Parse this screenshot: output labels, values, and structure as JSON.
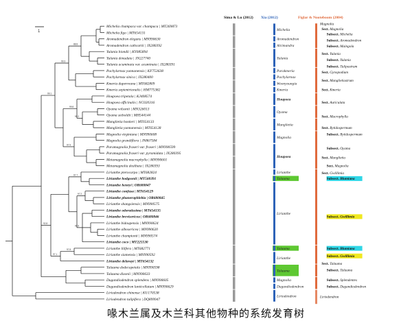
{
  "headers": {
    "sima": "Sima & Lu (2012)",
    "xia": "Xia (2012)",
    "figlar": "Figlar & Nooteboom (2004)"
  },
  "scale_label": "1",
  "caption": "喙木兰属及木兰科其他物种的系统发育树",
  "colors": {
    "xia": "#2e63b8",
    "figlar": "#e06a3c",
    "sima": "#999999",
    "green": "#5ec832",
    "cyan": "#2fd6e6",
    "yellow": "#f0e820"
  },
  "taxa": [
    {
      "label": "Michelia champaca var. champaca | MT269873",
      "bold": false
    },
    {
      "label": "Michelia figo | MT654131",
      "bold": false
    },
    {
      "label": "Aromadendron elegans | MN990630",
      "bold": false
    },
    {
      "label": "Aromadendron cathcartii | JX280392",
      "bold": false
    },
    {
      "label": "Yulania biondii | KY085894",
      "bold": false
    },
    {
      "label": "Yulania denudata | JN227740",
      "bold": false
    },
    {
      "label": "Yulania acuminata var. acuminata | JX280391",
      "bold": false
    },
    {
      "label": "Pachylarnax yunnanensis | KF753638",
      "bold": false
    },
    {
      "label": "Pachylarnax sinica | JX280400",
      "bold": false
    },
    {
      "label": "Kmeria duperreana | MT682809",
      "bold": false
    },
    {
      "label": "Kmeria septentrionalis | HM775382",
      "bold": false
    },
    {
      "label": "Houpoea tripetala | KJ408574",
      "bold": false
    },
    {
      "label": "Houpoea officinalis | NC020316",
      "bold": false
    },
    {
      "label": "Oyama wilsonii | MN326013",
      "bold": false
    },
    {
      "label": "Oyama sieboldii | MH544144",
      "bold": false
    },
    {
      "label": "Manglietia hookeri | MT654133",
      "bold": false
    },
    {
      "label": "Manglietia yunnanensis | MT654128",
      "bold": false
    },
    {
      "label": "Magnolia virginiana | MN990608",
      "bold": false
    },
    {
      "label": "Magnolia grandiflora | JN867584",
      "bold": false
    },
    {
      "label": "Paramagnolia fraseri var. fraseri | MN990599",
      "bold": false
    },
    {
      "label": "Paramagnolia fraseri var. pyramidata | JX280395",
      "bold": false
    },
    {
      "label": "Metamagnolia macrophylla | MN990601",
      "bold": false
    },
    {
      "label": "Metamagnolia dealbata | JX280393",
      "bold": false
    },
    {
      "label": "Lirianthe pterocarpa | MT682824",
      "bold": false
    },
    {
      "label": "Lirianthe hodgsonii | MT560391",
      "bold": true
    },
    {
      "label": "Lirianthe henryi | OR680847",
      "bold": true
    },
    {
      "label": "Lirianthe confusa | MT654129",
      "bold": true
    },
    {
      "label": "Lirianthe phanerophlebia | OR680845",
      "bold": true
    },
    {
      "label": "Lirianthe shangsiensis | MN990575",
      "bold": false
    },
    {
      "label": "Lirianthe odoratissima | MT654135",
      "bold": true
    },
    {
      "label": "Lirianthe brevisericea | OR680846",
      "bold": true
    },
    {
      "label": "Lirianthe bidoupensis | MN990624",
      "bold": false
    },
    {
      "label": "Lirianthe albosericea | MN990620",
      "bold": false
    },
    {
      "label": "Lirianthe championii | MN990574",
      "bold": false
    },
    {
      "label": "Lirianthe coco | MT225530",
      "bold": true
    },
    {
      "label": "Lirianthe lilifera | MT682771",
      "bold": false
    },
    {
      "label": "Lirianthe siamensis | MN990592",
      "bold": false
    },
    {
      "label": "Lirianthe delavayi | MT654132",
      "bold": true
    },
    {
      "label": "Talauma dodecapetala | MN990598",
      "bold": false
    },
    {
      "label": "Talauma dixonii | MN990633",
      "bold": false
    },
    {
      "label": "Dugandiodendron splendens | MN990605",
      "bold": false
    },
    {
      "label": "Dugandiodendron lanticellatum | MN990629",
      "bold": false
    },
    {
      "label": "Liriodendron chinense | KU170538",
      "bold": false
    },
    {
      "label": "Liriodendron tulipifera | DQ899947",
      "bold": false
    }
  ],
  "node_labels": [
    "88.8",
    "99.3",
    "99.8",
    "99.2",
    "99.1",
    "97.9",
    "97.7",
    "97.2",
    "99.5",
    "97.8",
    "97.1",
    "92.8"
  ],
  "xia_groups": [
    {
      "label": "Michelia",
      "bold": false
    },
    {
      "label": "Aromadendron",
      "bold": false
    },
    {
      "label": "Alcimandra",
      "bold": false
    },
    {
      "label": "Yulania",
      "bold": false
    },
    {
      "label": "Parakmeria",
      "bold": false
    },
    {
      "label": "Pachylarnax",
      "bold": false
    },
    {
      "label": "Woonyoungia",
      "bold": false
    },
    {
      "label": "Kmeria",
      "bold": false
    },
    {
      "label": "Houpoea",
      "bold": true
    },
    {
      "label": "Oyama",
      "bold": false
    },
    {
      "label": "Manglietia",
      "bold": false
    },
    {
      "label": "Magnolia",
      "bold": false
    },
    {
      "label": "Houpoea",
      "bold": true
    },
    {
      "label": "Lirianthe",
      "bold": false
    },
    {
      "label": "Talauma",
      "bold": false
    },
    {
      "label": "Lirianthe",
      "bold": false
    },
    {
      "label": "Talauma",
      "bold": false
    },
    {
      "label": "Lirianthe",
      "bold": false
    },
    {
      "label": "Talauma",
      "bold": false
    },
    {
      "label": "Magnolia",
      "bold": false
    },
    {
      "label": "Dugandiodendron",
      "bold": false
    },
    {
      "label": "Liriodendron",
      "bold": false
    }
  ],
  "figlar_groups": [
    {
      "label": "Magnolia",
      "bold": false
    },
    {
      "sect": "Sect.",
      "label": "Magnolia",
      "bold": false
    },
    {
      "sub": "Subsect.",
      "label": "Michelia",
      "bold": false
    },
    {
      "sub": "Subsect.",
      "label": "Aromadendron",
      "bold": false
    },
    {
      "sub": "Subsect.",
      "label": "Maingola",
      "bold": false
    },
    {
      "sect": "Sect.",
      "label": "Yulania",
      "bold": false
    },
    {
      "sub": "Subsect.",
      "label": "Yulania",
      "bold": false
    },
    {
      "sub": "Subsect.",
      "label": "Tulipastrum",
      "bold": false
    },
    {
      "sect": "Sect.",
      "label": "Gynopodium",
      "bold": false
    },
    {
      "sect": "Sect.",
      "label": "Manglietiastrum",
      "bold": false
    },
    {
      "sect": "Sect.",
      "label": "Kmeria",
      "bold": false
    },
    {
      "sect": "Sect.",
      "label": "Auriculata",
      "bold": false
    },
    {
      "sect": "Sect.",
      "label": "Macrophylla",
      "bold": false
    },
    {
      "sect": "Sect.",
      "label": "Rytidospermum",
      "bold": false
    },
    {
      "sub": "Subsect.",
      "label": "Rytidospermum",
      "bold": false
    },
    {
      "sub": "Subsect.",
      "label": "Oyama",
      "bold": false
    },
    {
      "sect": "Sect.",
      "label": "Manglietia",
      "bold": false
    },
    {
      "sect": "Sect.",
      "label": "Magnolia",
      "bold": false
    },
    {
      "sect": "Sect.",
      "label": "Gwillimia",
      "bold": false
    },
    {
      "sub": "Subsect.",
      "label": "Blumiana",
      "bold": true
    },
    {
      "sub": "Subsect.",
      "label": "Gwillimia",
      "bold": true
    },
    {
      "sub": "Subsect.",
      "label": "Blumiana",
      "bold": true
    },
    {
      "sub": "Subsect.",
      "label": "Gwillimia",
      "bold": true
    },
    {
      "sect": "Sect.",
      "label": "Talauma",
      "bold": false
    },
    {
      "sub": "Subsect.",
      "label": "Talauma",
      "bold": false
    },
    {
      "sub": "Subsect.",
      "label": "Splendentes",
      "bold": false
    },
    {
      "sub": "Subsect.",
      "label": "Dugandiodendron",
      "bold": false
    },
    {
      "label": "Liriodendron",
      "bold": false
    }
  ]
}
